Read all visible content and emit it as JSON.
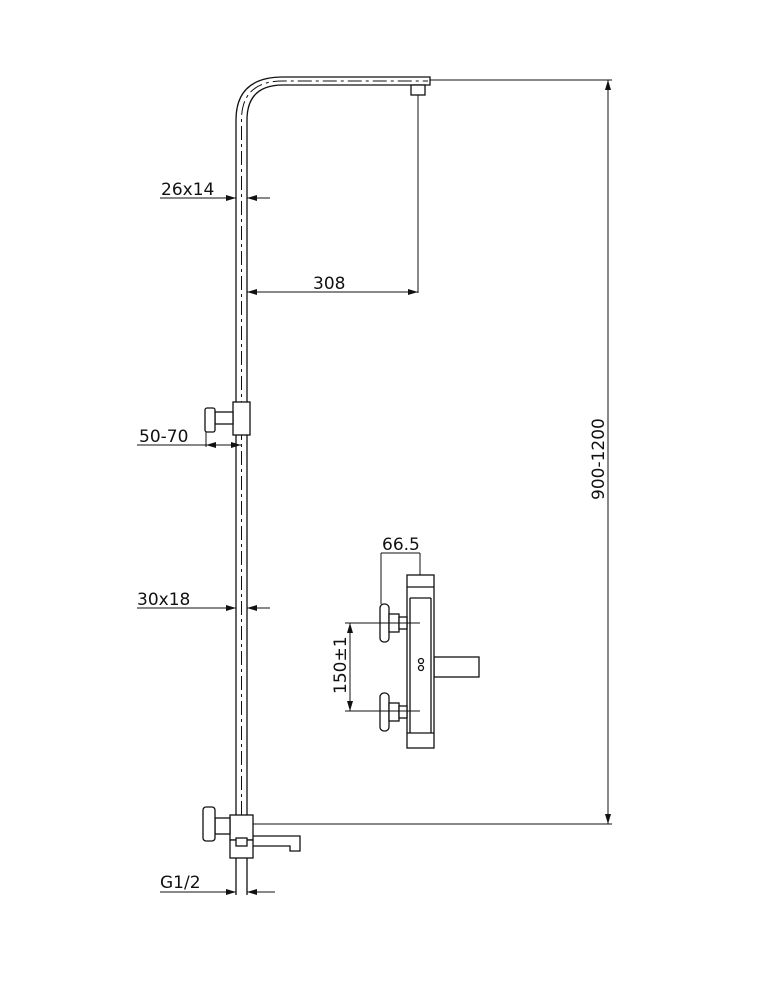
{
  "drawing": {
    "dimensions": {
      "tube_upper": "26x14",
      "arm_reach": "308",
      "bracket_offset": "50-70",
      "tube_lower": "30x18",
      "inlet_thread": "G1/2",
      "total_height": "900-1200",
      "valve_depth": "66.5",
      "inlet_spacing": "150±1"
    }
  }
}
